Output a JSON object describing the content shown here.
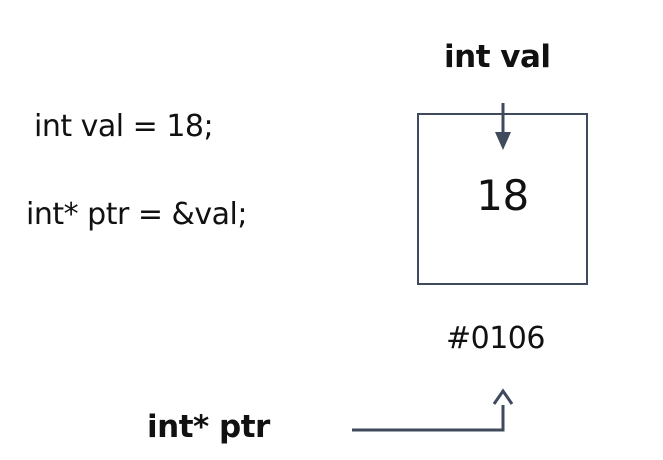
{
  "code": {
    "line1": "int val = 18;",
    "line2": "int* ptr = &val;"
  },
  "variable": {
    "label": "int val",
    "value": "18",
    "address": "#0106"
  },
  "pointer": {
    "label": "int* ptr"
  },
  "colors": {
    "arrow": "#3f4a5c",
    "box_border": "#3f4a5c",
    "text": "#111111"
  }
}
